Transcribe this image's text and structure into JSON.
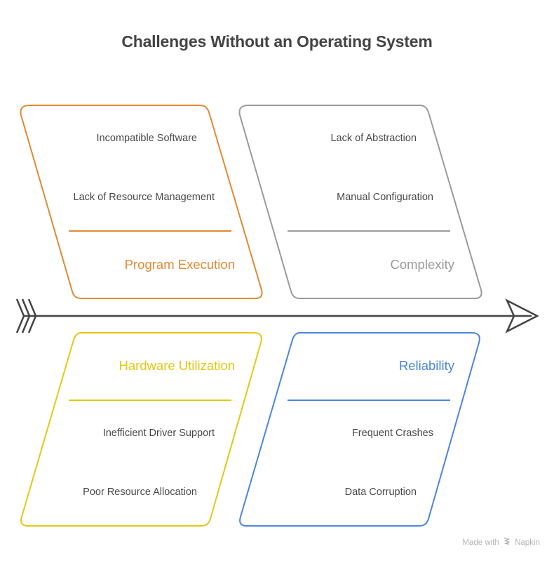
{
  "title": "Challenges Without an Operating System",
  "categories": [
    {
      "name": "Program Execution",
      "color": "#E08A33",
      "position": "top-left",
      "causes": [
        "Incompatible Software",
        "Lack of Resource Management"
      ]
    },
    {
      "name": "Complexity",
      "color": "#9A9A9A",
      "position": "top-right",
      "causes": [
        "Lack of Abstraction",
        "Manual Configuration"
      ]
    },
    {
      "name": "Hardware Utilization",
      "color": "#E3C814",
      "position": "bottom-left",
      "causes": [
        "Inefficient Driver Support",
        "Poor Resource Allocation"
      ]
    },
    {
      "name": "Reliability",
      "color": "#4A86DB",
      "position": "bottom-right",
      "causes": [
        "Frequent Crashes",
        "Data Corruption"
      ]
    }
  ],
  "spine_color": "#444444",
  "watermark": {
    "prefix": "Made with",
    "brand": "Napkin",
    "icon": "napkin-logo-icon"
  }
}
